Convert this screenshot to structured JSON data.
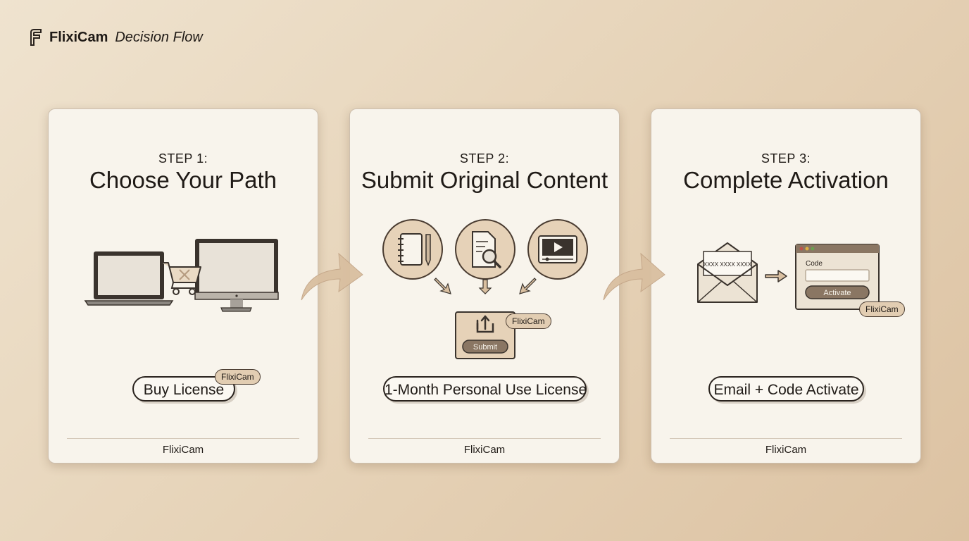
{
  "brand": {
    "name": "FlixiCam",
    "subtitle": "Decision Flow"
  },
  "cards": [
    {
      "step": "STEP 1:",
      "title": "Choose Your Path",
      "pill": "Buy License",
      "tag": "FlixiCam",
      "footer": "FlixiCam"
    },
    {
      "step": "STEP 2:",
      "title": "Submit Original Content",
      "pill": "1-Month Personal Use License",
      "tag": "FlixiCam",
      "submit_label": "Submit",
      "footer": "FlixiCam"
    },
    {
      "step": "STEP 3:",
      "title": "Complete Activation",
      "pill": "Email + Code Activate",
      "tag": "FlixiCam",
      "letter_code": "XXXX XXXX XXXX",
      "code_label": "Code",
      "activate_label": "Activate",
      "footer": "FlixiCam"
    }
  ],
  "colors": {
    "accent": "#8a7663",
    "tag_bg": "#e2cdb2",
    "card_bg": "#f8f4ec",
    "arrow": "#d9bfa0"
  },
  "icons": [
    "flixicam-logo-icon",
    "laptop-icon",
    "shopping-cart-icon",
    "desktop-monitor-icon",
    "notebook-icon",
    "document-search-icon",
    "video-player-icon",
    "upload-icon",
    "envelope-icon",
    "browser-window-icon",
    "curved-arrow-icon"
  ]
}
